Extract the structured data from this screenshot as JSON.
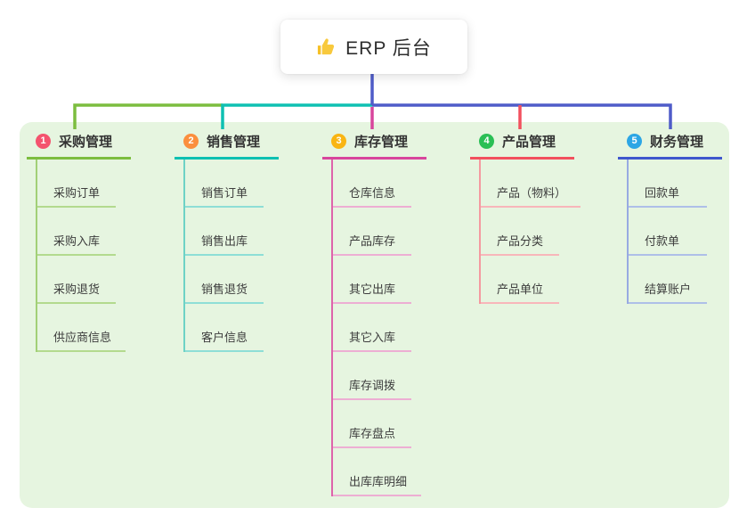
{
  "root": {
    "title": "ERP 后台",
    "icon": "thumbs-up-icon",
    "line_color": "#4f5cc9"
  },
  "panel": {
    "bg": "#e6f5e0"
  },
  "branches": [
    {
      "badge": "1",
      "label": "采购管理",
      "badge_color": "#f4536e",
      "line_color": "#7cbd3f",
      "stem_color": "#a2d077",
      "child_line_color": "#b3da8e",
      "children": [
        "采购订单",
        "采购入库",
        "采购退货",
        "供应商信息"
      ]
    },
    {
      "badge": "2",
      "label": "销售管理",
      "badge_color": "#fb8f3e",
      "line_color": "#0ec0b2",
      "stem_color": "#6ed2c6",
      "child_line_color": "#8eded6",
      "children": [
        "销售订单",
        "销售出库",
        "销售退货",
        "客户信息"
      ]
    },
    {
      "badge": "3",
      "label": "库存管理",
      "badge_color": "#f9b513",
      "line_color": "#d8459c",
      "stem_color": "#de64ab",
      "child_line_color": "#edaed3",
      "children": [
        "仓库信息",
        "产品库存",
        "其它出库",
        "其它入库",
        "库存调拨",
        "库存盘点",
        "出库库明细"
      ]
    },
    {
      "badge": "4",
      "label": "产品管理",
      "badge_color": "#2abf55",
      "line_color": "#f2505e",
      "stem_color": "#f59aa0",
      "child_line_color": "#f8b6ba",
      "children": [
        "产品（物料）",
        "产品分类",
        "产品单位"
      ]
    },
    {
      "badge": "5",
      "label": "财务管理",
      "badge_color": "#2ca6e5",
      "line_color": "#3f57cd",
      "stem_color": "#98aae2",
      "child_line_color": "#aebfe8",
      "children": [
        "回款单",
        "付款单",
        "结算账户"
      ]
    }
  ]
}
